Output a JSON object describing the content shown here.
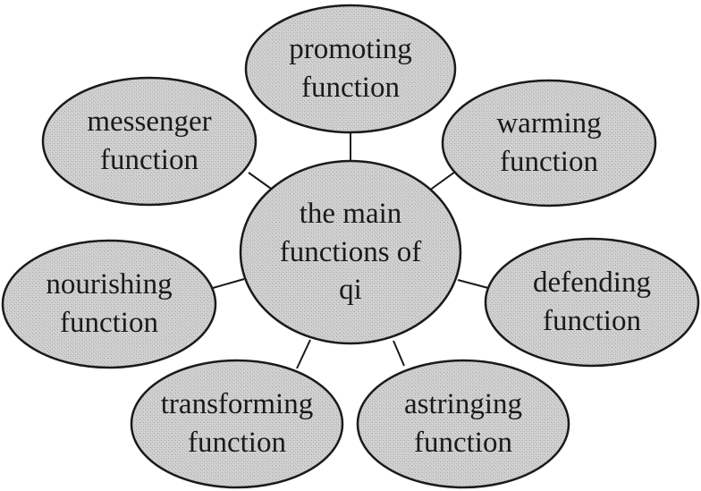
{
  "diagram": {
    "center": {
      "label_lines": [
        "the main",
        "functions of",
        "qi"
      ]
    },
    "nodes": [
      {
        "id": "promoting",
        "label_lines": [
          "promoting",
          "function"
        ]
      },
      {
        "id": "warming",
        "label_lines": [
          "warming",
          "function"
        ]
      },
      {
        "id": "defending",
        "label_lines": [
          "defending",
          "function"
        ]
      },
      {
        "id": "astringing",
        "label_lines": [
          "astringing",
          "function"
        ]
      },
      {
        "id": "transforming",
        "label_lines": [
          "transforming",
          "function"
        ]
      },
      {
        "id": "nourishing",
        "label_lines": [
          "nourishing",
          "function"
        ]
      },
      {
        "id": "messenger",
        "label_lines": [
          "messenger",
          "function"
        ]
      }
    ],
    "colors": {
      "fill": "#c9c9c9",
      "stroke": "#1a1a1a"
    }
  }
}
